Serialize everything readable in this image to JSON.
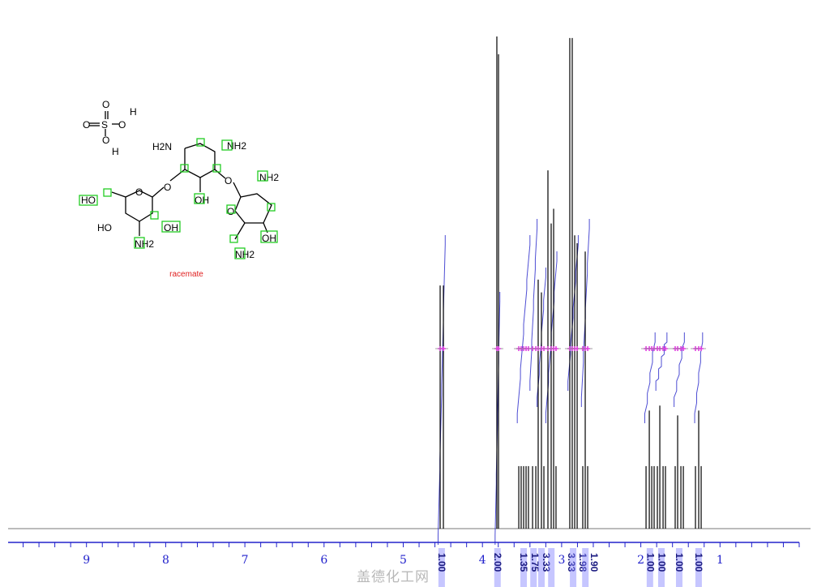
{
  "chart_data": {
    "type": "line",
    "title": "",
    "xlabel": "",
    "ylabel": "",
    "xlim": [
      9.99,
      -0.05
    ],
    "ylim": [
      0,
      100
    ],
    "x_ticks": [
      9,
      8,
      7,
      6,
      5,
      4,
      3,
      2,
      1
    ],
    "x_tick_labels": [
      "9",
      "8",
      "7",
      "6",
      "5",
      "4",
      "3",
      "2",
      "1"
    ],
    "grid": false,
    "peaks": [
      [
        4.534,
        49.4
      ],
      [
        4.493,
        49.4
      ],
      [
        3.818,
        100
      ],
      [
        3.797,
        96.4
      ],
      [
        3.541,
        12.7
      ],
      [
        3.511,
        12.7
      ],
      [
        3.48,
        12.7
      ],
      [
        3.449,
        12.7
      ],
      [
        3.419,
        12.7
      ],
      [
        3.367,
        12.7
      ],
      [
        3.326,
        12.7
      ],
      [
        3.296,
        50.6
      ],
      [
        3.255,
        48.0
      ],
      [
        3.224,
        12.7
      ],
      [
        3.173,
        72.8
      ],
      [
        3.132,
        62.0
      ],
      [
        3.101,
        65.0
      ],
      [
        3.071,
        12.7
      ],
      [
        2.897,
        99.7
      ],
      [
        2.866,
        99.7
      ],
      [
        2.835,
        59.6
      ],
      [
        2.804,
        58.0
      ],
      [
        2.733,
        12.7
      ],
      [
        2.702,
        56.3
      ],
      [
        2.671,
        12.7
      ],
      [
        1.934,
        12.7
      ],
      [
        1.893,
        24.0
      ],
      [
        1.862,
        12.7
      ],
      [
        1.832,
        12.7
      ],
      [
        1.791,
        12.7
      ],
      [
        1.76,
        25.0
      ],
      [
        1.719,
        12.7
      ],
      [
        1.689,
        12.7
      ],
      [
        1.566,
        12.7
      ],
      [
        1.535,
        23.0
      ],
      [
        1.494,
        12.7
      ],
      [
        1.463,
        12.7
      ],
      [
        1.31,
        12.7
      ],
      [
        1.269,
        24.0
      ],
      [
        1.238,
        12.7
      ]
    ],
    "integrals": [
      {
        "from": 4.56,
        "to": 4.47,
        "label": "1.00"
      },
      {
        "from": 3.84,
        "to": 3.78,
        "label": "2.00"
      },
      {
        "from": 3.56,
        "to": 3.4,
        "label": "1.35"
      },
      {
        "from": 3.4,
        "to": 3.31,
        "label": "1.75"
      },
      {
        "from": 3.31,
        "to": 3.2,
        "label": "3.33"
      },
      {
        "from": 3.2,
        "to": 3.06,
        "label": "3.33"
      },
      {
        "from": 2.92,
        "to": 2.79,
        "label": "1.98"
      },
      {
        "from": 2.75,
        "to": 2.65,
        "label": "1.90"
      },
      {
        "from": 1.95,
        "to": 1.82,
        "label": "1.00"
      },
      {
        "from": 1.81,
        "to": 1.67,
        "label": "1.00"
      },
      {
        "from": 1.58,
        "to": 1.45,
        "label": "1.00"
      },
      {
        "from": 1.32,
        "to": 1.22,
        "label": "1.00"
      }
    ]
  },
  "structure": {
    "annotation": "racemate",
    "labels": [
      "O",
      "O",
      "S",
      "O",
      "H",
      "O",
      "H",
      "H2N",
      "NH2",
      "O",
      "O",
      "OH",
      "NH2",
      "HO",
      "O",
      "HO",
      "OH",
      "NH2",
      "O",
      "OH",
      "NH2"
    ]
  },
  "colors": {
    "spectrum": "#000000",
    "integral": "#2020c8",
    "axis": "#2222cc",
    "peak_marker": "#e040e0",
    "annotation": "#e02020",
    "stereo": "#22cc22"
  },
  "watermark": "盖德化工网"
}
